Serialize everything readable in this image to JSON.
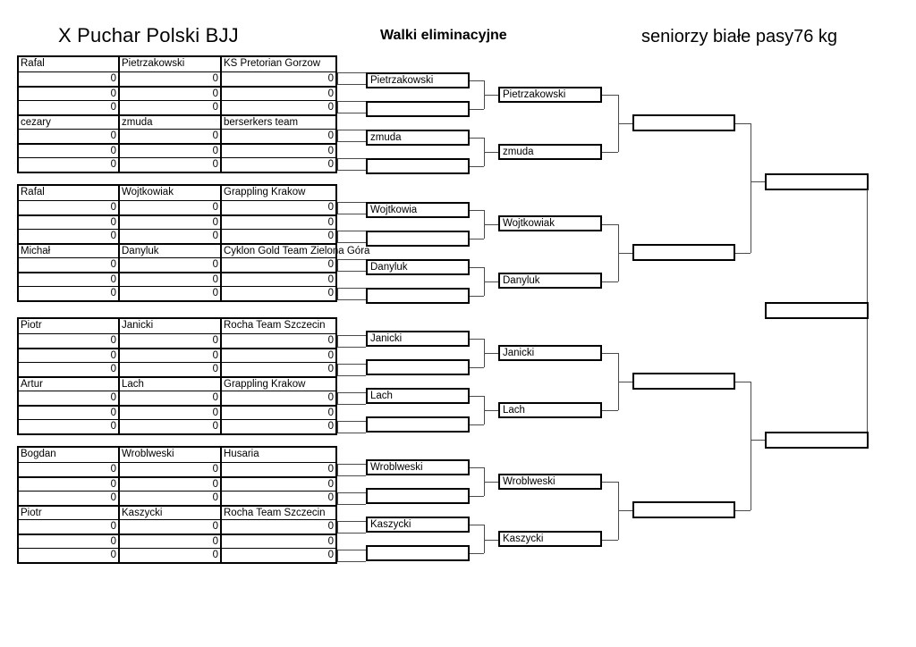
{
  "header": {
    "title_left": "X Puchar Polski BJJ",
    "title_center": "Walki eliminacyjne",
    "title_right": "seniorzy białe pasy76 kg"
  },
  "score_zero": "0",
  "empty": "",
  "groups": [
    {
      "id": "group-1",
      "top_entry": {
        "first_name": "Rafal",
        "last_name": "Pietrzakowski",
        "club": "KS Pretorian Gorzow"
      },
      "bottom_entry": {
        "first_name": "cezary",
        "last_name": "zmuda",
        "club": "berserkers team"
      },
      "scores": [
        "0",
        "0",
        "0",
        "0",
        "0",
        "0"
      ]
    },
    {
      "id": "group-2",
      "top_entry": {
        "first_name": "Rafal",
        "last_name": "Wojtkowiak",
        "club": "Grappling Krakow"
      },
      "bottom_entry": {
        "first_name": "Michał",
        "last_name": "Danyluk",
        "club": "Cyklon Gold Team Zielona Góra"
      },
      "scores": [
        "0",
        "0",
        "0",
        "0",
        "0",
        "0"
      ]
    },
    {
      "id": "group-3",
      "top_entry": {
        "first_name": "Piotr",
        "last_name": "Janicki",
        "club": "Rocha Team Szczecin"
      },
      "bottom_entry": {
        "first_name": "Artur",
        "last_name": "Lach",
        "club": "Grappling Krakow"
      },
      "scores": [
        "0",
        "0",
        "0",
        "0",
        "0",
        "0"
      ]
    },
    {
      "id": "group-4",
      "top_entry": {
        "first_name": "Bogdan",
        "last_name": "Wroblweski",
        "club": "Husaria"
      },
      "bottom_entry": {
        "first_name": "Piotr",
        "last_name": "Kaszycki",
        "club": "Rocha Team Szczecin"
      },
      "scores": [
        "0",
        "0",
        "0",
        "0",
        "0",
        "0"
      ]
    }
  ],
  "round2": [
    {
      "label": "Pietrzakowski"
    },
    {
      "label": ""
    },
    {
      "label": "zmuda"
    },
    {
      "label": ""
    },
    {
      "label": "Wojtkowia"
    },
    {
      "label": ""
    },
    {
      "label": "Danyluk"
    },
    {
      "label": ""
    },
    {
      "label": "Janicki"
    },
    {
      "label": ""
    },
    {
      "label": "Lach"
    },
    {
      "label": ""
    },
    {
      "label": "Wroblweski"
    },
    {
      "label": ""
    },
    {
      "label": "Kaszycki"
    },
    {
      "label": ""
    }
  ],
  "round3": [
    {
      "label": "Pietrzakowski"
    },
    {
      "label": "zmuda"
    },
    {
      "label": "Wojtkowiak"
    },
    {
      "label": "Danyluk"
    },
    {
      "label": "Janicki"
    },
    {
      "label": "Lach"
    },
    {
      "label": "Wroblweski"
    },
    {
      "label": "Kaszycki"
    }
  ],
  "round4": [
    {
      "label": ""
    },
    {
      "label": ""
    },
    {
      "label": ""
    },
    {
      "label": ""
    }
  ],
  "round5": [
    {
      "label": ""
    },
    {
      "label": ""
    }
  ],
  "final": [
    {
      "label": ""
    }
  ]
}
